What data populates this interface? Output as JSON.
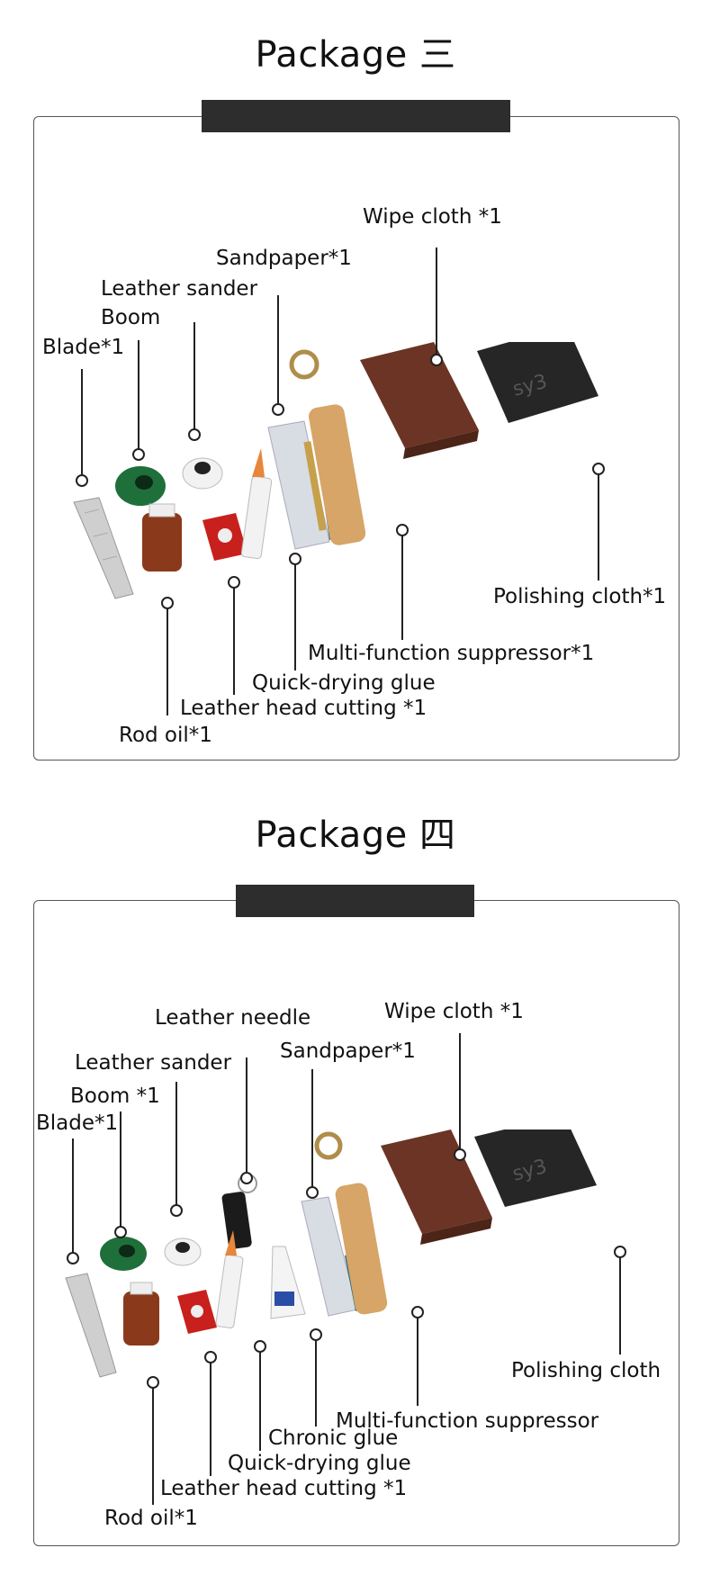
{
  "packages": [
    {
      "title": "Package 三",
      "labels": {
        "wipe_cloth": "Wipe cloth *1",
        "sandpaper": "Sandpaper*1",
        "leather_sander": "Leather sander",
        "boom": "Boom",
        "blade": "Blade*1",
        "polishing_cloth": "Polishing cloth*1",
        "multi_function_suppressor": "Multi-function suppressor*1",
        "quick_drying_glue": "Quick-drying glue",
        "leather_head_cutting": "Leather head cutting *1",
        "rod_oil": "Rod oil*1"
      }
    },
    {
      "title": "Package 四",
      "labels": {
        "leather_needle": "Leather needle",
        "wipe_cloth": "Wipe cloth *1",
        "leather_sander": "Leather sander",
        "sandpaper": "Sandpaper*1",
        "boom": "Boom *1",
        "blade": "Blade*1",
        "polishing_cloth": "Polishing cloth",
        "multi_function_suppressor": "Multi-function suppressor",
        "chronic_glue": "Chronic glue",
        "quick_drying_glue": "Quick-drying glue",
        "leather_head_cutting": "Leather head cutting *1",
        "rod_oil": "Rod oil*1"
      }
    }
  ],
  "colors": {
    "tab": "#2d2d2d",
    "frame": "#555555",
    "wipe_cloth": "#6b3424",
    "polishing_cloth": "#262626",
    "glue_accent": "#e8863a"
  }
}
